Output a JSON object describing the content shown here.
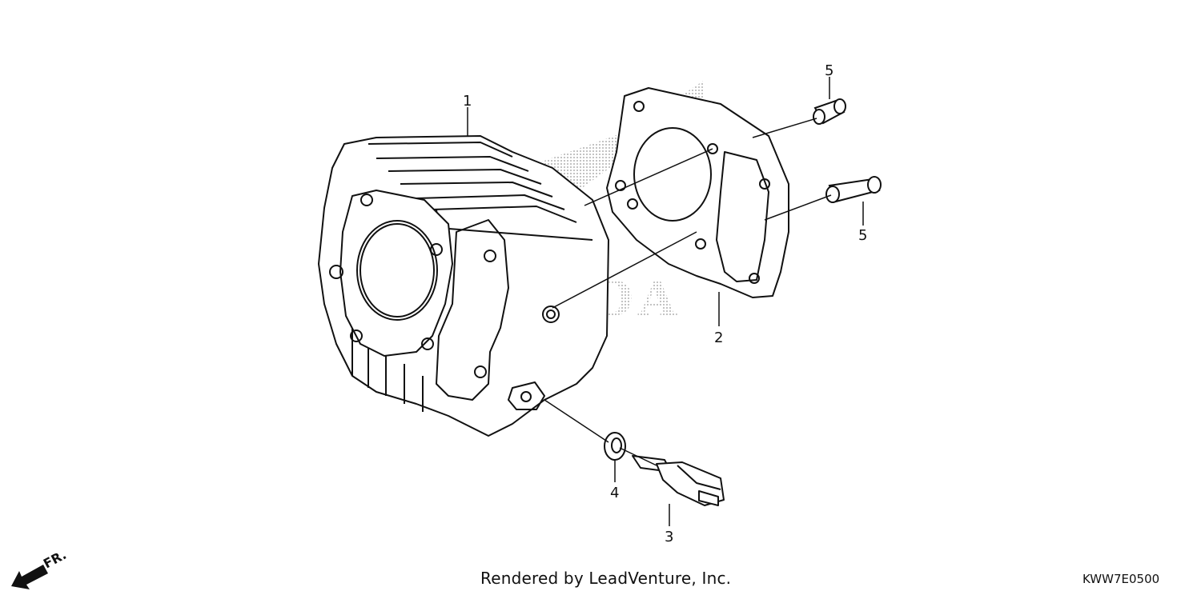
{
  "diagram": {
    "callouts": [
      {
        "id": "c1",
        "label": "1"
      },
      {
        "id": "c2",
        "label": "2"
      },
      {
        "id": "c3",
        "label": "3"
      },
      {
        "id": "c4",
        "label": "4"
      },
      {
        "id": "c5a",
        "label": "5"
      },
      {
        "id": "c5b",
        "label": "5"
      }
    ],
    "front_label": "FR.",
    "watermark_logo_text": "HONDA"
  },
  "footer": {
    "credit": "Rendered by LeadVenture, Inc.",
    "code": "KWW7E0500"
  },
  "colors": {
    "line": "#111111",
    "watermark": "#c8c8c8"
  }
}
